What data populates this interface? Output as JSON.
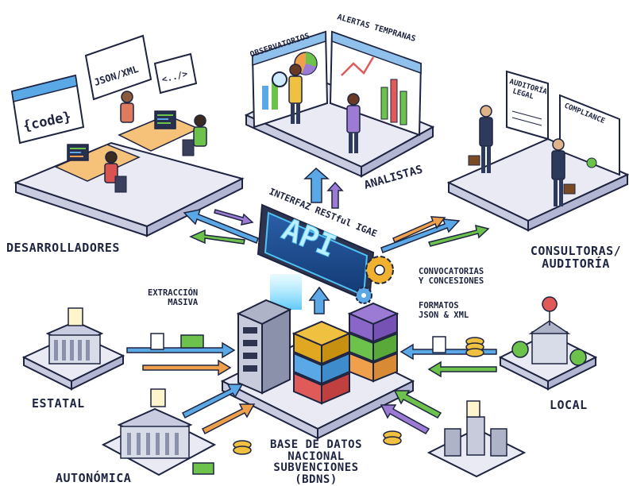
{
  "colors": {
    "arrow_blue": "#5aa9e6",
    "arrow_orange": "#f0a04b",
    "arrow_green": "#6cc24a",
    "arrow_purple": "#9b7bd4",
    "api_glow": "#4fc3f7",
    "platform": "#e9eaf4",
    "outline": "#1e2440"
  },
  "icons": [
    "code-icon",
    "gear-icon",
    "magnifier-icon",
    "document-icon",
    "money-icon",
    "coin-icon",
    "location-pin-icon",
    "briefcase-icon",
    "server-icon",
    "database-icon"
  ],
  "developers": {
    "title": "DESARROLLADORES",
    "bubbles": [
      "{code}",
      "JSON/XML",
      "<../>"
    ]
  },
  "analysts": {
    "title": "ANALISTAS",
    "boards": [
      "OBSERVATORIOS",
      "ALERTAS TEMPRANAS"
    ]
  },
  "consultants": {
    "title": "CONSULTORAS/\nAUDITORÍA",
    "docs": [
      "AUDITORÍA LEGAL",
      "COMPLIANCE"
    ]
  },
  "api": {
    "caption": "INTERFAZ RESTful IGAE",
    "screen_text": "API"
  },
  "callouts": {
    "bulk": "EXTRACCIÓN\nMASIVA",
    "calls": "CONVOCATORIAS\nY CONCESIONES",
    "formats": "FORMATOS\nJSON & XML"
  },
  "sources": {
    "state": "ESTATAL",
    "regional": "AUTONÓMICA",
    "local": "LOCAL"
  },
  "database": {
    "title": "BASE DE DATOS\nNACIONAL\nSUBVENCIONES\n(BDNS)"
  }
}
